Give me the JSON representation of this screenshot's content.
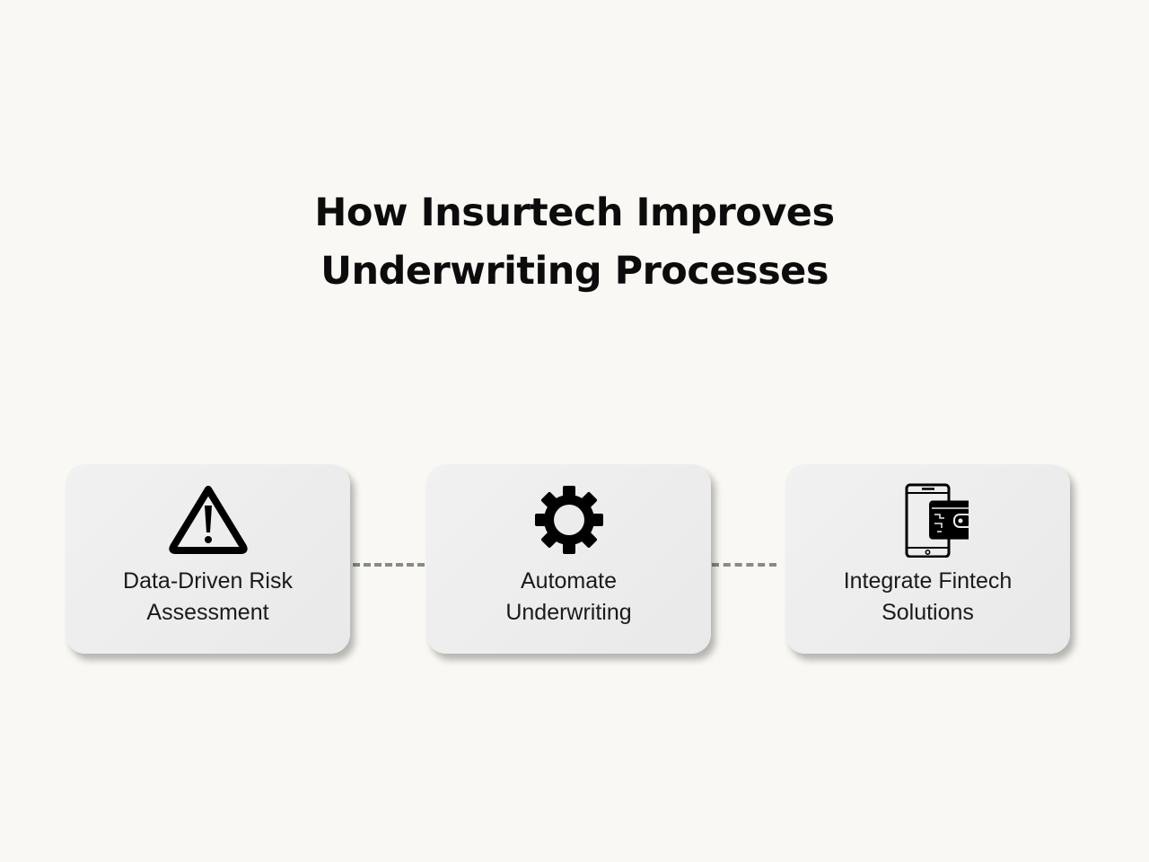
{
  "title": {
    "line1": "How Insurtech Improves",
    "line2": "Underwriting Processes"
  },
  "steps": [
    {
      "icon": "warning-icon",
      "line1": "Data-Driven Risk",
      "line2": "Assessment"
    },
    {
      "icon": "gear-icon",
      "line1": "Automate",
      "line2": "Underwriting"
    },
    {
      "icon": "mobile-wallet-icon",
      "line1": "Integrate Fintech",
      "line2": "Solutions"
    }
  ],
  "colors": {
    "background": "#f9f8f4",
    "card": "#ececec",
    "connector": "#8a8a8a",
    "text": "#0c0c0c"
  }
}
